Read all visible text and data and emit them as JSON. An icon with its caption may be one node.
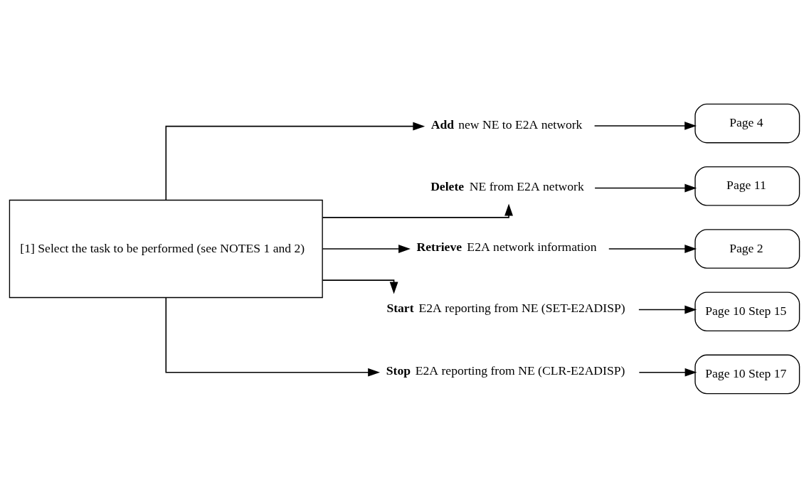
{
  "diagram": {
    "nodes": [
      {
        "text": [
          "[1] Select the task to be performed (see NOTES 1 and 2)"
        ]
      },
      {
        "text": [
          "**Add** new NE to E2A network"
        ]
      },
      {
        "text": [
          "**Delete** NE from E2A network"
        ]
      },
      {
        "text": [
          "**Retrieve** E2A network information"
        ]
      },
      {
        "text": [
          "**Start** E2A reporting from NE (SET-E2ADISP)"
        ]
      },
      {
        "text": [
          "**Stop** E2A reporting from NE (CLR-E2ADISP)"
        ]
      },
      {
        "text": [
          "Page 4"
        ]
      },
      {
        "text": [
          "Page 11"
        ]
      },
      {
        "text": [
          "Page 2"
        ]
      },
      {
        "text": [
          "Page 10 Step 15"
        ]
      },
      {
        "text": [
          "Page 10 Step 17"
        ]
      }
    ],
    "edges": [
      {
        "from": 0,
        "to": 1,
        "arrow": "to"
      },
      {
        "from": 0,
        "to": 2,
        "arrow": "to"
      },
      {
        "from": 0,
        "to": 3,
        "arrow": "to"
      },
      {
        "from": 0,
        "to": 4,
        "arrow": "to"
      },
      {
        "from": 0,
        "to": 5,
        "arrow": "to"
      },
      {
        "from": 1,
        "to": 6,
        "arrow": "to"
      },
      {
        "from": 2,
        "to": 7,
        "arrow": "to"
      },
      {
        "from": 3,
        "to": 8,
        "arrow": "to"
      },
      {
        "from": 4,
        "to": 9,
        "arrow": "to"
      },
      {
        "from": 5,
        "to": 10,
        "arrow": "to"
      }
    ]
  }
}
